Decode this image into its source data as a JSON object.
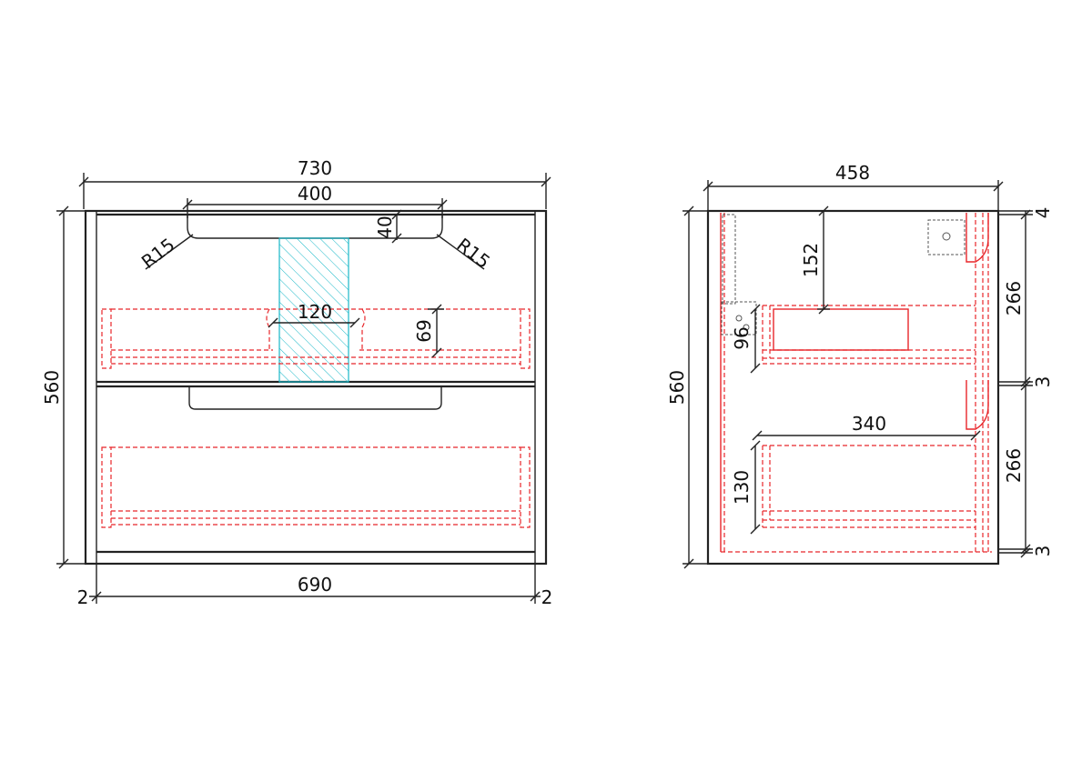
{
  "front_view": {
    "overall_width": "730",
    "basin_width": "400",
    "basin_depth": "40",
    "radius_left": "R15",
    "radius_right": "R15",
    "waste_cutout_width": "120",
    "drawer_inner_height": "69",
    "overall_height": "560",
    "inner_width": "690",
    "side_left": "2",
    "side_right": "2"
  },
  "side_view": {
    "overall_depth": "458",
    "overall_height": "560",
    "top_clearance": "152",
    "upper_drawer_height": "96",
    "lower_drawer_depth": "340",
    "lower_drawer_height": "130",
    "top_gap": "4",
    "upper_front_height": "266",
    "mid_gap": "3",
    "lower_front_height": "266",
    "bottom_gap": "3"
  },
  "colors": {
    "outline": "#222222",
    "hidden_lines": "#e8262a",
    "cutout_hatch": "#19b8c8"
  }
}
